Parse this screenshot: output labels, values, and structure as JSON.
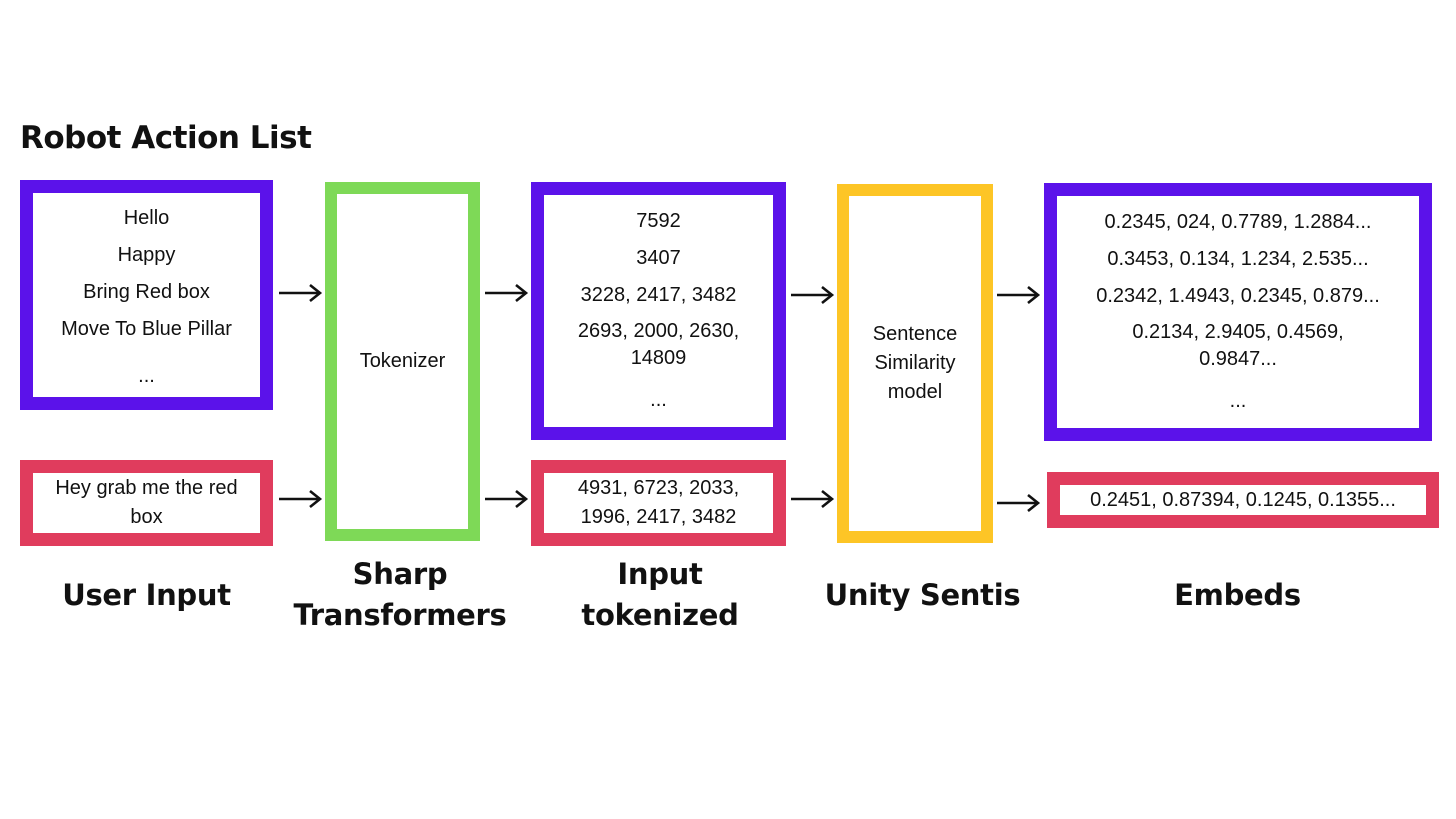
{
  "title": "Robot Action List",
  "action_list": {
    "items": [
      "Hello",
      "Happy",
      "Bring Red box",
      "Move To Blue Pillar",
      "..."
    ]
  },
  "user_input": {
    "text": "Hey grab me the red box"
  },
  "tokenizer": {
    "label": "Tokenizer"
  },
  "action_tokens": {
    "items": [
      "7592",
      "3407",
      "3228, 2417, 3482",
      "2693, 2000, 2630, 14809",
      "..."
    ]
  },
  "input_tokens": {
    "text": "4931, 6723, 2033, 1996, 2417, 3482"
  },
  "model": {
    "label": "Sentence Similarity model"
  },
  "action_embeds": {
    "items": [
      "0.2345, 024, 0.7789, 1.2884...",
      "0.3453, 0.134, 1.234, 2.535...",
      "0.2342, 1.4943, 0.2345, 0.879...",
      "0.2134, 2.9405, 0.4569, 0.9847...",
      "..."
    ]
  },
  "input_embed": {
    "text": "0.2451, 0.87394, 0.1245, 0.1355..."
  },
  "captions": {
    "user_input": "User Input",
    "sharp_transformers": "Sharp Transformers",
    "input_tokenized": "Input tokenized",
    "unity_sentis": "Unity Sentis",
    "embeds": "Embeds"
  },
  "colors": {
    "purple": "#5b12ea",
    "green": "#7ed957",
    "yellow": "#fdc526",
    "red": "#e03c5d"
  }
}
